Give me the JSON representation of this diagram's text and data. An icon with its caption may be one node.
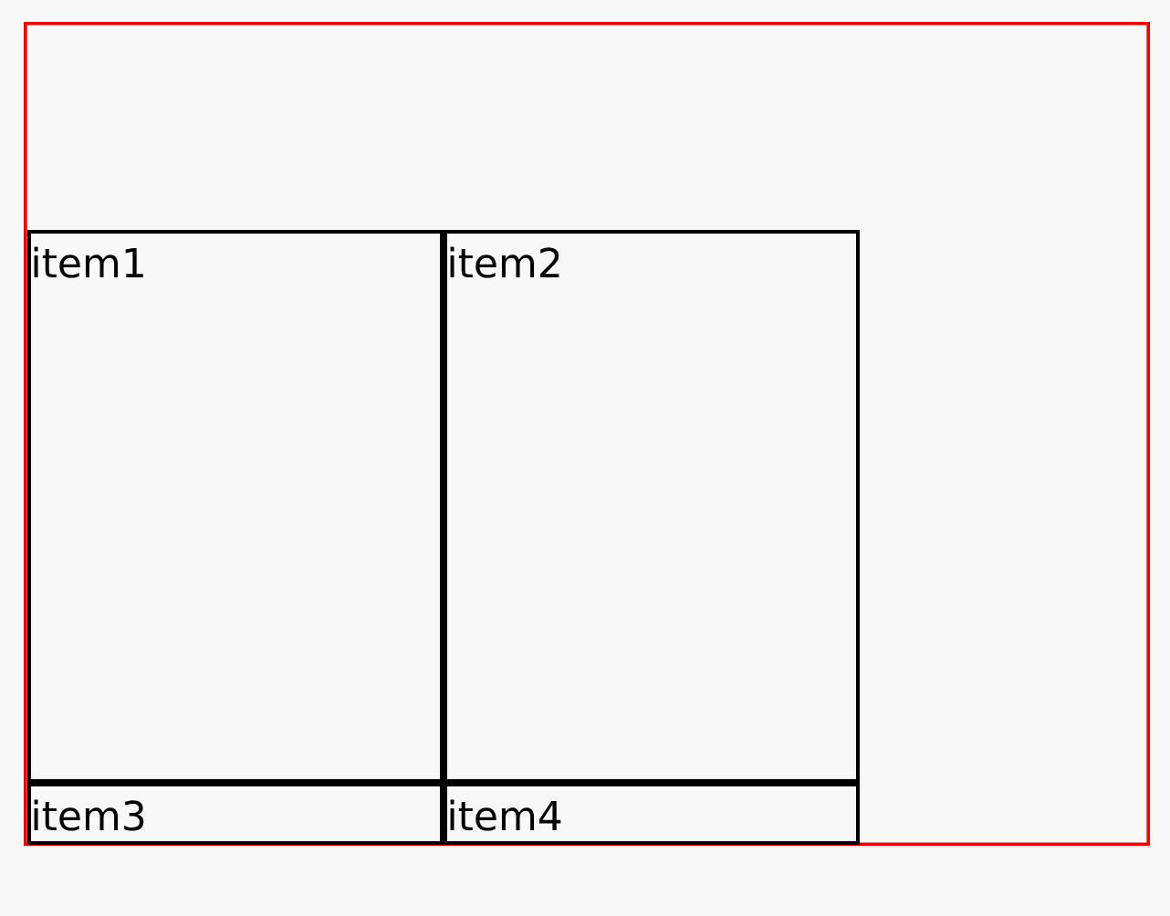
{
  "diagram": {
    "nodes": [
      {
        "text": [],
        "shape": "box"
      },
      {
        "text": [
          "item1"
        ],
        "in": 0
      },
      {
        "text": [
          "item2"
        ],
        "in": 0
      },
      {
        "text": [
          "item3"
        ],
        "in": 0
      },
      {
        "text": [
          "item4"
        ],
        "in": 0
      }
    ]
  }
}
